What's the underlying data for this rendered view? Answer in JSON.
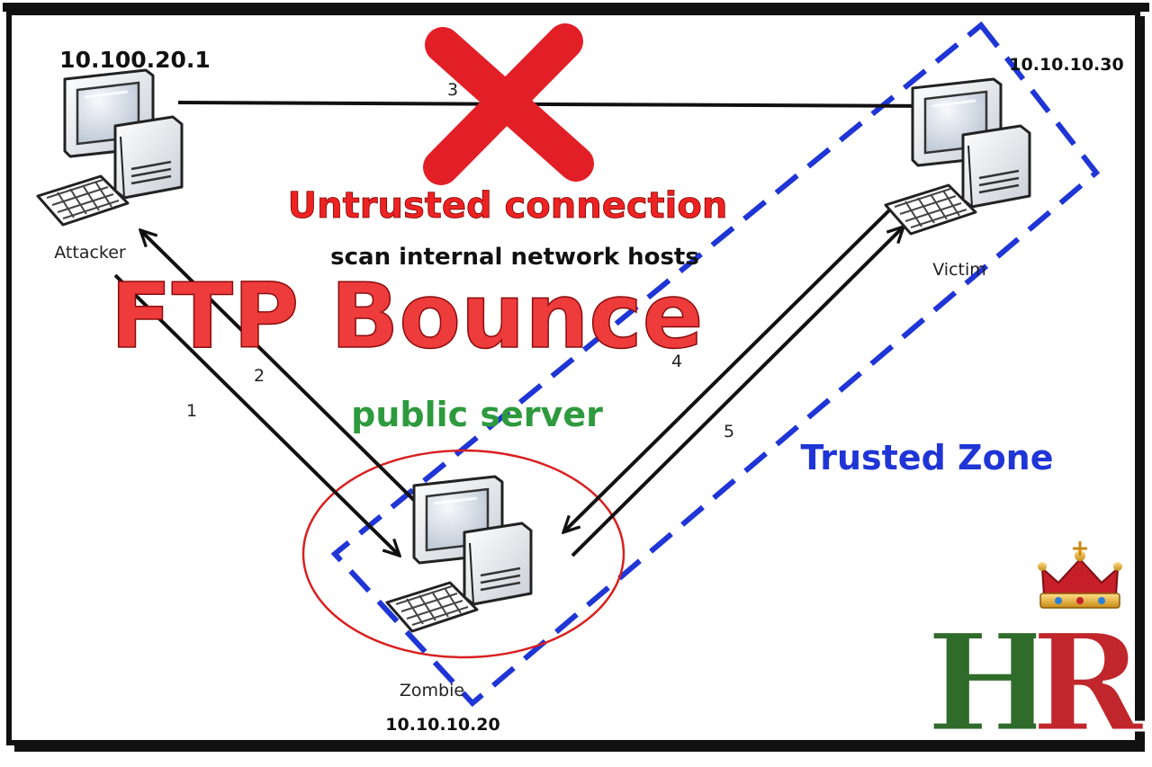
{
  "title": "FTP Bounce",
  "subtitle": "Untrusted connection",
  "caption": "scan internal network hosts",
  "zone_label": "Trusted Zone",
  "server_label": "public server",
  "nodes": {
    "attacker": {
      "label": "Attacker",
      "ip": "10.100.20.1"
    },
    "victim": {
      "label": "Victim",
      "ip": "10.10.10.30"
    },
    "zombie": {
      "label": "Zombie",
      "ip": "10.10.10.20"
    }
  },
  "steps": [
    "1",
    "2",
    "3",
    "4",
    "5"
  ],
  "logo": {
    "text": "HR",
    "letters": [
      "H",
      "R"
    ]
  },
  "colors": {
    "title": "#ee3b3b",
    "subtitle": "#ee2222",
    "server_label": "#2e9a3e",
    "zone": "#1f35d6",
    "blocked_mark": "#e21f26",
    "circle": "#d92020",
    "logo_h": "#2f6b2b",
    "logo_r": "#c0262b",
    "crown": "#c71f2a"
  },
  "icons": [
    "computer-icon",
    "cross-icon",
    "crown-icon"
  ]
}
